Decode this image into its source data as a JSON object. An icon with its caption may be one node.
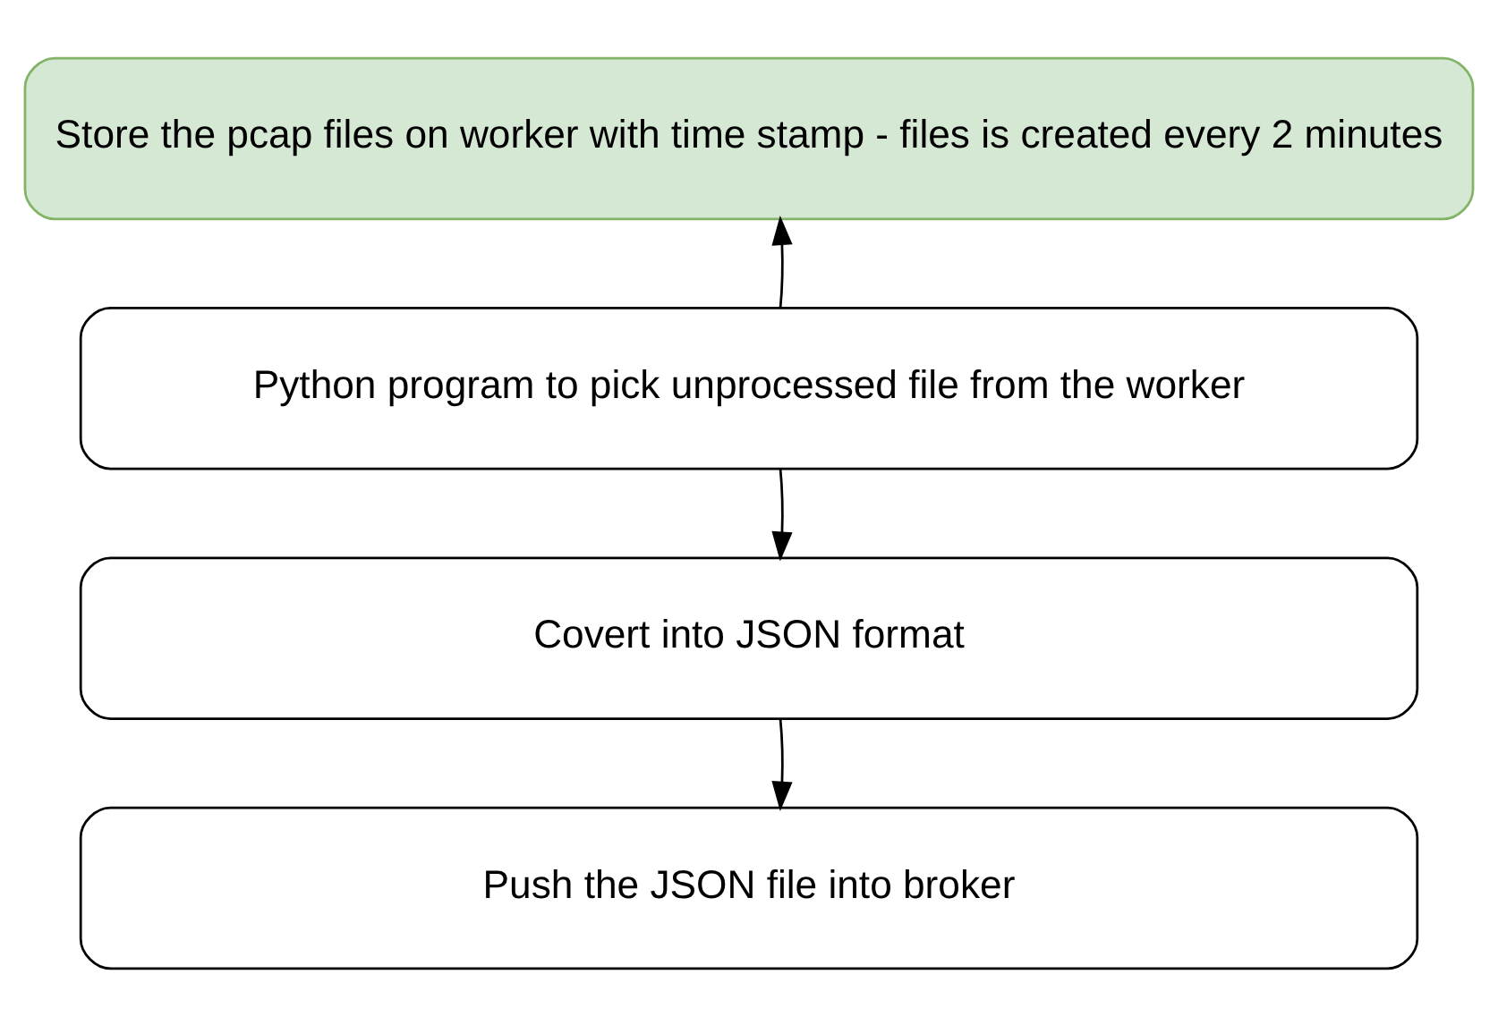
{
  "diagram": {
    "nodes": [
      {
        "text": [
          "Store the pcap files on worker with time stamp - files is created every 2 minutes"
        ]
      },
      {
        "text": [
          "Python program to pick unprocessed file from the worker"
        ]
      },
      {
        "text": [
          "Covert into JSON format"
        ]
      },
      {
        "text": [
          "Push the JSON file into broker"
        ]
      }
    ],
    "edges": [
      {
        "from": 1,
        "to": 0,
        "arrow": "to"
      },
      {
        "from": 1,
        "to": 2,
        "arrow": "to"
      },
      {
        "from": 2,
        "to": 3,
        "arrow": "to"
      }
    ]
  }
}
